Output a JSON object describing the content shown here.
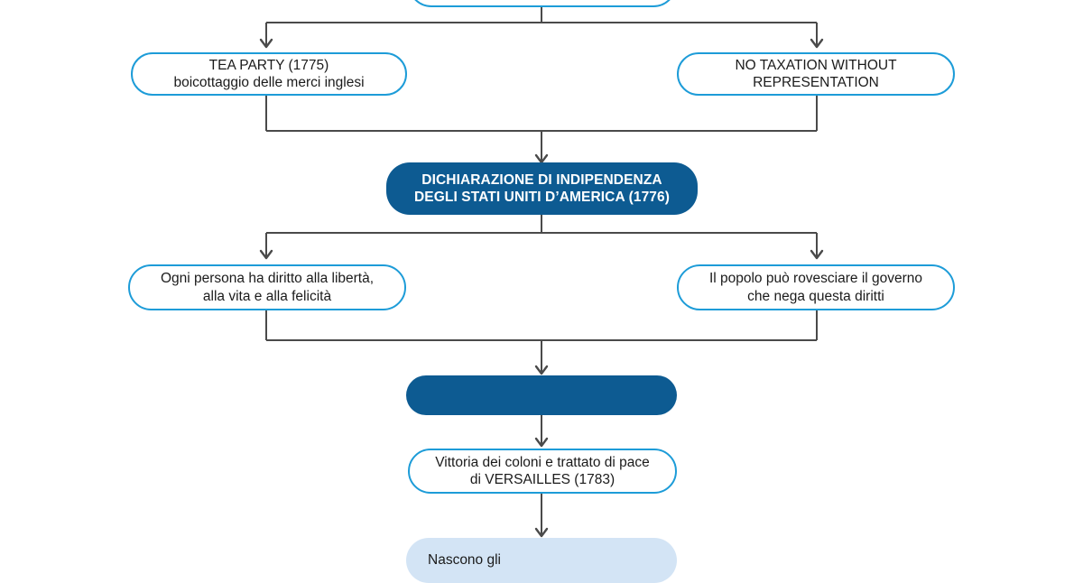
{
  "diagram": {
    "title": "Flowchart: Dichiarazione di Indipendenza degli Stati Uniti d'America",
    "language": "it",
    "colors": {
      "outline_stroke": "#1d9cd8",
      "solid_dark_fill": "#0d5b92",
      "solid_dark_text": "#ffffff",
      "solid_light_fill": "#d3e4f5",
      "connector": "#4a4a4a",
      "background": "#ffffff"
    },
    "nodes": [
      {
        "id": "top-partial",
        "style": "outline",
        "text": "",
        "note": "cut off at the top edge of the frame"
      },
      {
        "id": "tea-party",
        "style": "outline",
        "text": "TEA PARTY (1775)\nboicottaggio delle merci inglesi"
      },
      {
        "id": "no-taxation",
        "style": "outline",
        "text": "NO TAXATION WITHOUT\nREPRESENTATION"
      },
      {
        "id": "dichiarazione",
        "style": "solid-dark",
        "text": "DICHIARAZIONE DI INDIPENDENZA\nDEGLI STATI UNITI D’AMERICA (1776)"
      },
      {
        "id": "diritto-liberta",
        "style": "outline",
        "text": "Ogni persona ha diritto alla libertà,\nalla vita e alla felicità"
      },
      {
        "id": "rovesciare-governo",
        "style": "outline",
        "text": "Il popolo può rovesciare il governo\nche nega questa diritti"
      },
      {
        "id": "empty-dark",
        "style": "solid-dark",
        "text": ""
      },
      {
        "id": "versailles",
        "style": "outline",
        "text": "Vittoria dei coloni e trattato di pace\ndi VERSAILLES (1783)"
      },
      {
        "id": "nascono-gli",
        "style": "solid-light",
        "text": "Nascono gli"
      }
    ]
  }
}
